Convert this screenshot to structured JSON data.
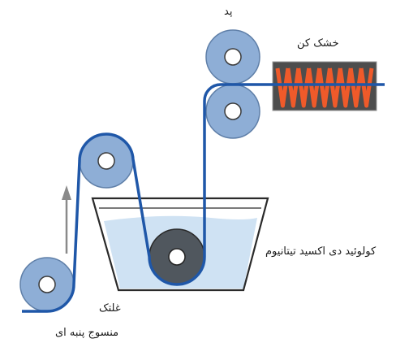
{
  "labels": {
    "pad": "پد",
    "dryer": "خشک کن",
    "colloid": "کولوئید دی اکسید تیتانیوم",
    "roller": "غلتک",
    "fabric": "منسوج پنبه ای"
  },
  "colors": {
    "roller_fill": "#8eaed6",
    "roller_stroke": "#5f7fa8",
    "dark_roller_fill": "#50575e",
    "fabric_line": "#1f57a8",
    "tank_liquid": "#cfe2f3",
    "tank_stroke": "#2a2a2a",
    "heater_bg": "#4d4d4d",
    "heater_coil": "#ef5a2a",
    "arrow": "#8a8a8a"
  }
}
